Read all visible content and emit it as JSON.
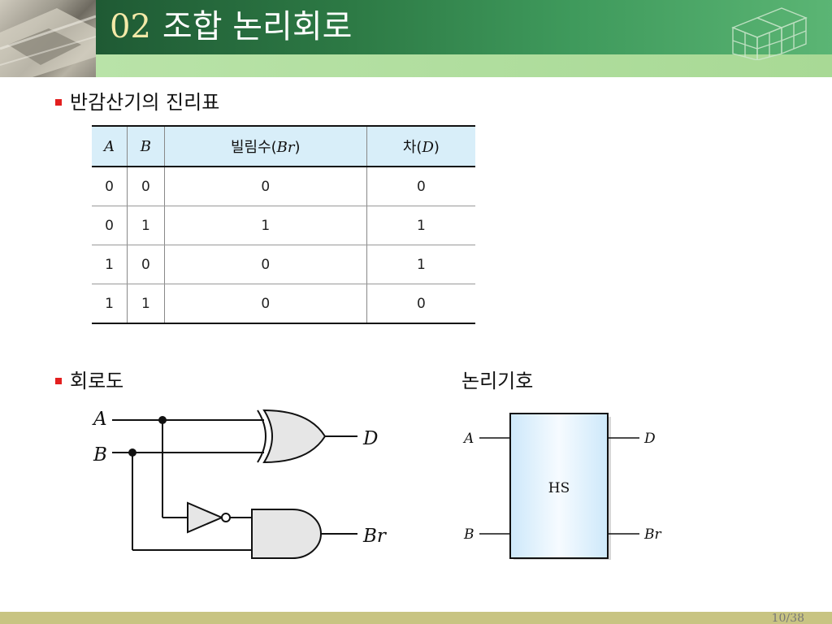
{
  "header": {
    "number": "02",
    "title": "조합 논리회로"
  },
  "section1": {
    "heading": "반감산기의 진리표"
  },
  "truth_table": {
    "headers": [
      {
        "prefix": "",
        "var": "A",
        "suffix": ""
      },
      {
        "prefix": "",
        "var": "B",
        "suffix": ""
      },
      {
        "prefix": "빌림수(",
        "var": "Br",
        "suffix": ")"
      },
      {
        "prefix": "차(",
        "var": "D",
        "suffix": ")"
      }
    ],
    "rows": [
      [
        "0",
        "0",
        "0",
        "0"
      ],
      [
        "0",
        "1",
        "1",
        "1"
      ],
      [
        "1",
        "0",
        "0",
        "1"
      ],
      [
        "1",
        "1",
        "0",
        "0"
      ]
    ]
  },
  "section2": {
    "heading": "회로도",
    "logic_symbol_heading": "논리기호"
  },
  "circuit": {
    "input_a": "A",
    "input_b": "B",
    "output_d": "D",
    "output_br": "Br"
  },
  "symbol": {
    "block_label": "HS",
    "input_a": "A",
    "input_b": "B",
    "output_d": "D",
    "output_br": "Br"
  },
  "footer": {
    "page": "10/38"
  },
  "colors": {
    "header_green": "#2d7a45",
    "header_strip": "#b9e3a8",
    "bullet": "#e31f1f",
    "table_header_bg": "#d8eef9",
    "gate_fill": "#e6e6e6",
    "footer": "#c8c482"
  }
}
